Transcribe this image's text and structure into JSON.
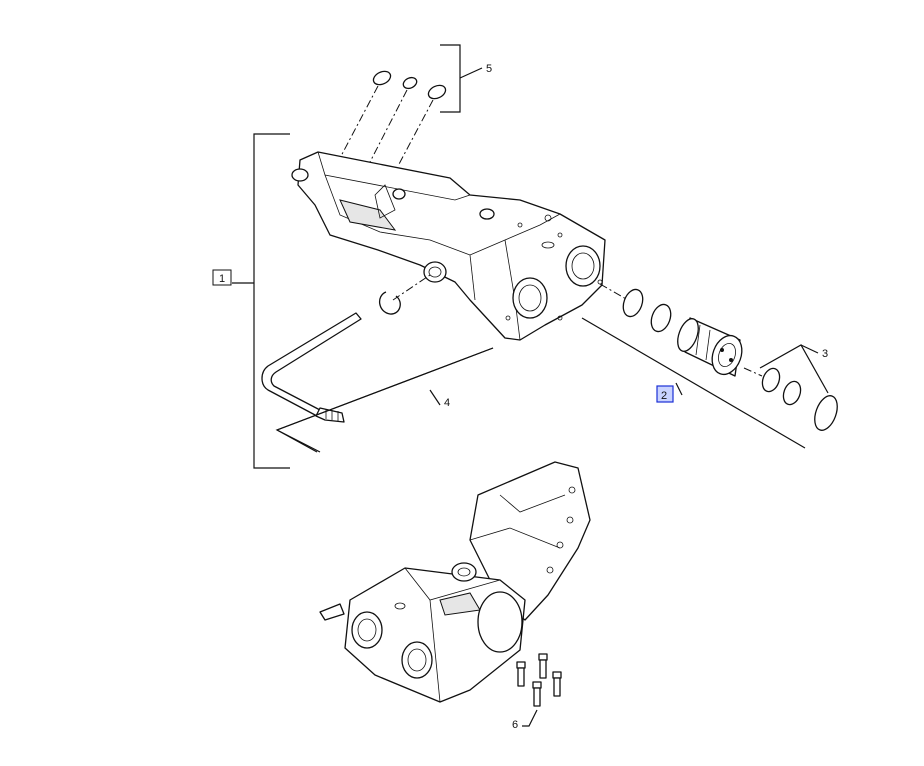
{
  "callouts": {
    "c1": "1",
    "c2": "2",
    "c3": "3",
    "c4": "4",
    "c5": "5",
    "c6": "6"
  },
  "colors": {
    "highlight_fill": "#c9d3ff",
    "highlight_stroke": "#1a2fd6",
    "line": "#111111"
  }
}
